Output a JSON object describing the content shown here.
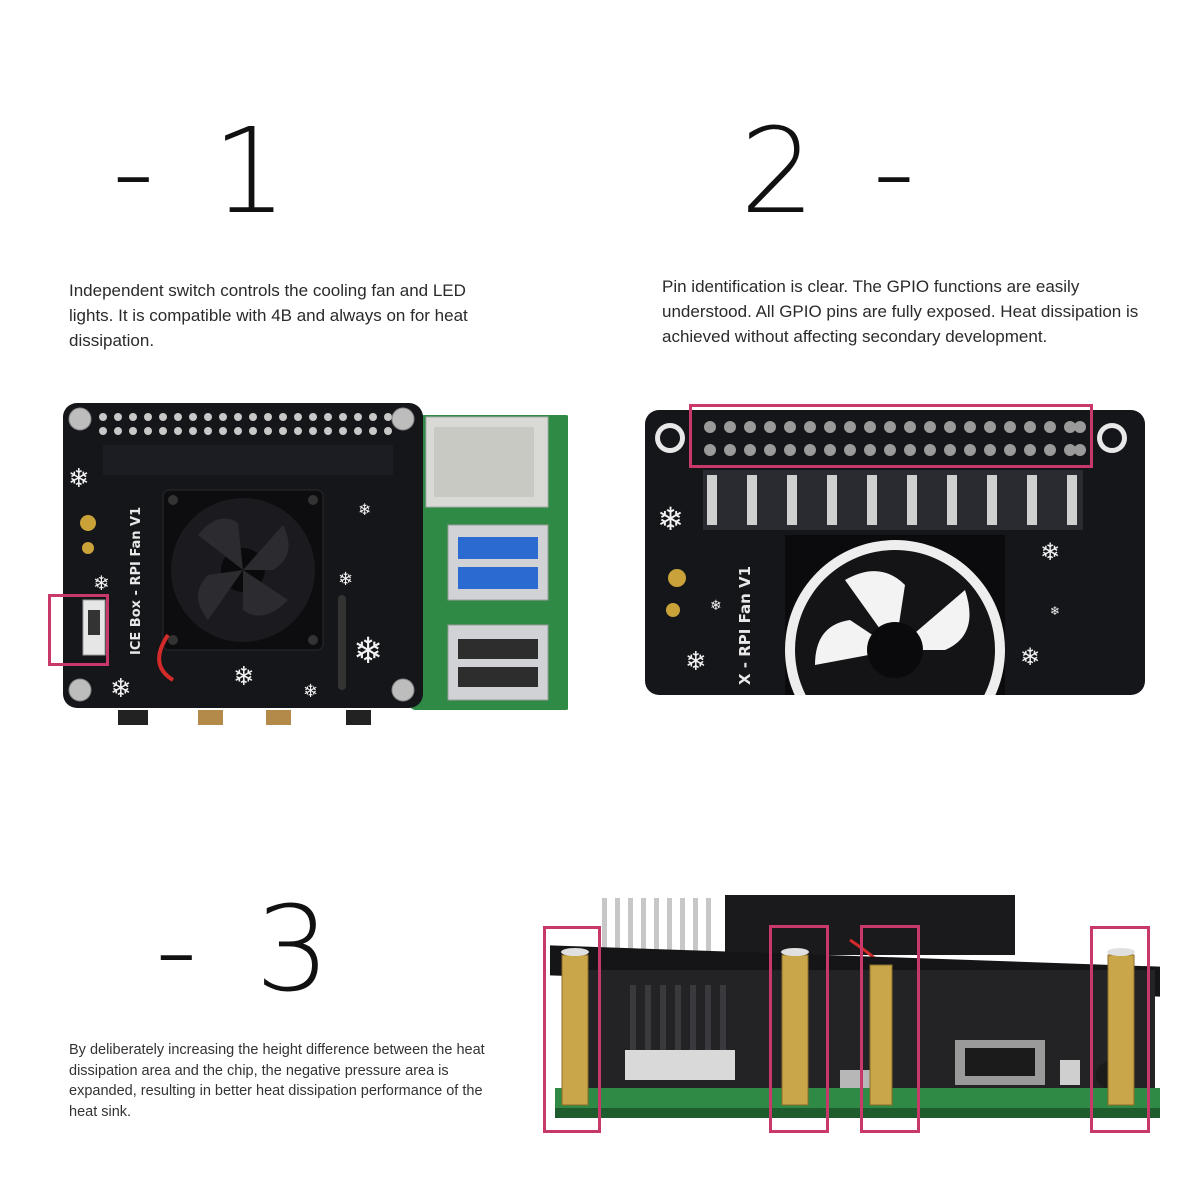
{
  "section1": {
    "number": "- 1",
    "description": "Independent switch controls the cooling fan and LED lights. It is compatible with 4B and always on for heat dissipation.",
    "board_label": "ICE Box - RPI Fan V1"
  },
  "section2": {
    "number": "2 -",
    "description": "Pin identification is clear. The GPIO functions are easily understood. All GPIO pins are fully exposed. Heat dissipation is achieved without affecting secondary development.",
    "board_label": "X - RPI Fan V1"
  },
  "section3": {
    "number": "- 3",
    "description": "By deliberately increasing the height difference between the heat dissipation area and the chip, the negative pressure area is expanded, resulting in better heat dissipation performance of the heat sink."
  },
  "colors": {
    "highlight": "#c8386a",
    "pcb_black": "#15161a",
    "pcb_green": "#2f8a45",
    "brass": "#c9a64a"
  }
}
